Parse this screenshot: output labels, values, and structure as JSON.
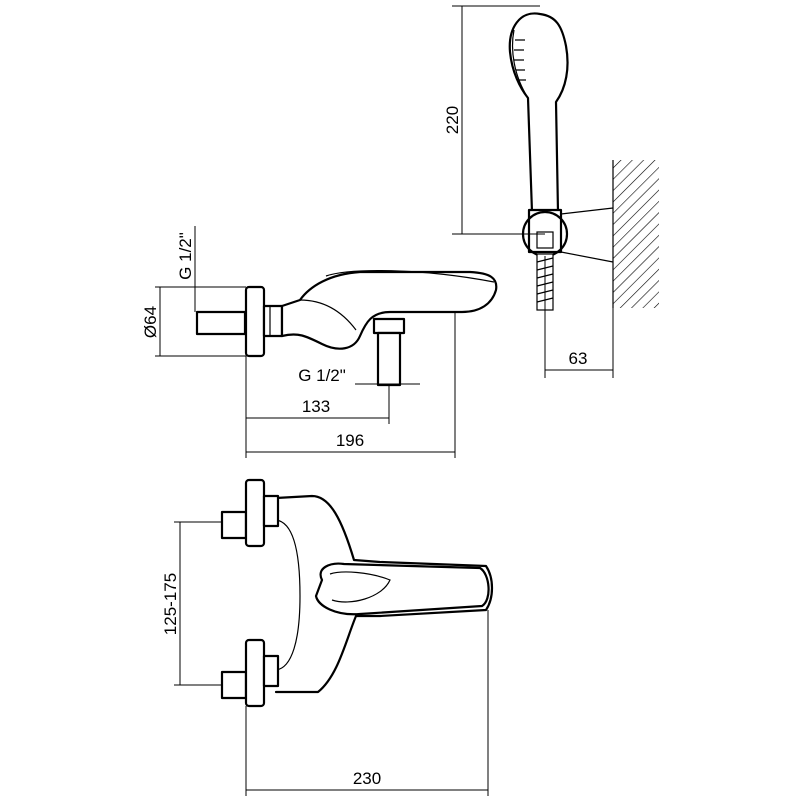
{
  "dimensions": {
    "shower_height": "220",
    "wall_offset": "63",
    "inlet_thread_top": "G 1/2\"",
    "body_diameter": "Ø64",
    "outlet_thread": "G 1/2\"",
    "outlet_distance": "133",
    "body_depth": "196",
    "inlet_spacing": "125-175",
    "overall_width": "230"
  },
  "colors": {
    "line": "#000000",
    "background": "#ffffff"
  }
}
